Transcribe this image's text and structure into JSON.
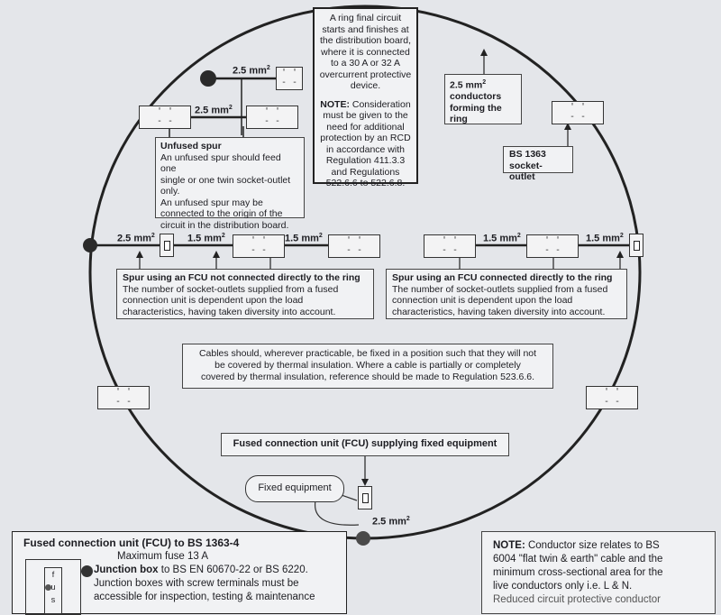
{
  "title_box": {
    "line1": "A ring final circuit",
    "line2": "starts and finishes at",
    "line3": "the distribution board,",
    "line4": "where it is connected",
    "line5": "to a 30 A or 32 A",
    "line6": "overcurrent protective",
    "line7": "device.",
    "note_label": "NOTE:",
    "note1": " Consideration",
    "note2": "must be given to the",
    "note3": "need for additional",
    "note4": "protection by an RCD",
    "note5": "in accordance with",
    "note6": "Regulation 411.3.3",
    "note7": "and Regulations",
    "note8": "522.6.6 to 522.6.8."
  },
  "ring_conductors": {
    "size": "2.5 mm",
    "exp": "2",
    "line2": "conductors",
    "line3": "forming the",
    "line4": "ring"
  },
  "bs1363": {
    "line1": "BS 1363",
    "line2": "socket-outlet"
  },
  "unfused_spur": {
    "title": "Unfused spur",
    "l1": "An unfused spur should feed one",
    "l2": "single or one twin socket-outlet",
    "l3": "only.",
    "l4": "An unfused spur may be",
    "l5": "connected to the origin of the",
    "l6": "circuit in the distribution board."
  },
  "sizes": {
    "s25": "2.5 mm",
    "s15": "1.5 mm",
    "exp": "2"
  },
  "spur_left": {
    "title": "Spur using an FCU not connected directly to the ring",
    "l1": "The number of socket-outlets supplied from a fused",
    "l2": "connection unit is dependent upon the load",
    "l3": "characteristics, having taken diversity into account."
  },
  "spur_right": {
    "title": "Spur using an FCU connected directly to the ring",
    "l1": "The number of socket-outlets supplied from a fused",
    "l2": "connection unit is dependent upon the load",
    "l3": "characteristics, having taken diversity into account."
  },
  "cables_box": {
    "l1": "Cables should, wherever practicable, be fixed in a position such that they will not",
    "l2": "be covered by thermal insulation. Where a cable is partially or completely",
    "l3": "covered by thermal insulation, reference should be made to Regulation 523.6.6."
  },
  "fcu_fixed": "Fused connection unit (FCU) supplying fixed equipment",
  "fixed_equipment": "Fixed equipment",
  "socket_glyph": {
    "top": "' '",
    "bottom": "- -"
  },
  "bottom_left": {
    "title": "Fused connection unit (FCU) to BS 1363-4",
    "sub": "Maximum fuse 13 A",
    "fuse_letters": [
      "f",
      "u",
      "s"
    ],
    "jb_bold": "Junction box",
    "jb_rest": " to BS EN 60670-22 or BS 6220.",
    "l2": "Junction boxes with screw terminals must be",
    "l3": "accessible for inspection, testing & maintenance"
  },
  "bottom_right": {
    "note_label": "NOTE:",
    "l1": " Conductor size relates to BS",
    "l2": "6004 \"flat twin & earth\" cable and the",
    "l3": "minimum cross-sectional area for the",
    "l4": "live conductors only i.e. L & N.",
    "l5": "Reduced circuit protective conductor"
  }
}
